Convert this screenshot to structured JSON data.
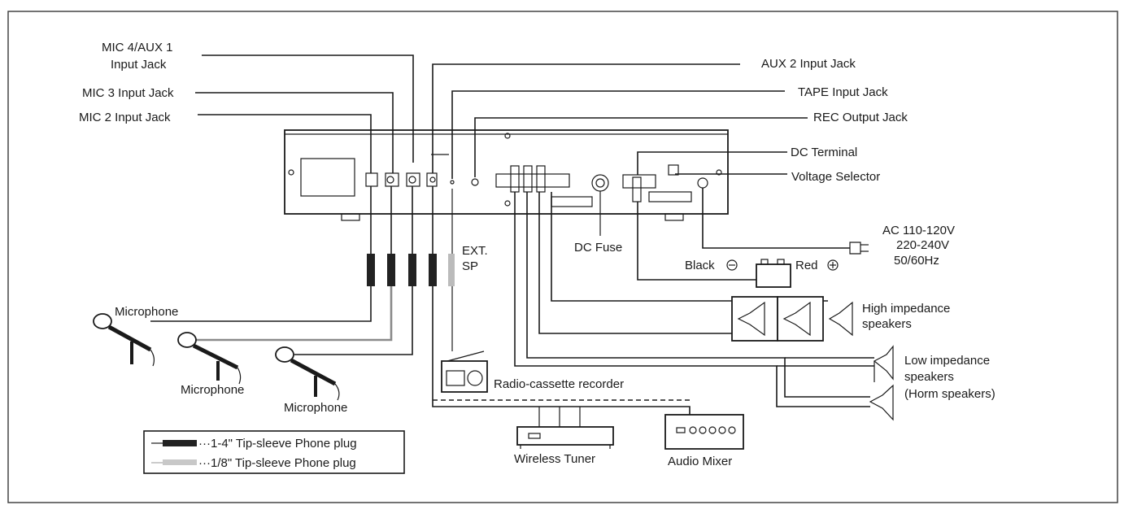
{
  "labels": {
    "mic4": "MIC 4/AUX 1",
    "mic4b": "Input Jack",
    "mic3": "MIC 3 Input Jack",
    "mic2": "MIC 2 Input Jack",
    "aux2": "AUX 2 Input Jack",
    "tape": "TAPE Input Jack",
    "rec": "REC Output Jack",
    "dcterm": "DC Terminal",
    "volt": "Voltage Selector",
    "ac1": "AC 110-120V",
    "ac2": "220-240V",
    "ac3": "50/60Hz",
    "dcfuse": "DC Fuse",
    "black": "Black",
    "red": "Red",
    "ext1": "EXT.",
    "ext2": "SP",
    "hi1": "High impedance",
    "hi2": "speakers",
    "lo1": "Low  impedance",
    "lo2": "speakers",
    "lo3": "(Horm speakers)",
    "mic_a": "Microphone",
    "mic_b": "Microphone",
    "mic_c": "Microphone",
    "radio": "Radio-cassette recorder",
    "tuner": "Wireless Tuner",
    "mixer": "Audio Mixer"
  },
  "legend": {
    "plug_quarter": "···1-4\" Tip-sleeve Phone plug",
    "plug_eighth": "···1/8\" Tip-sleeve Phone plug"
  }
}
